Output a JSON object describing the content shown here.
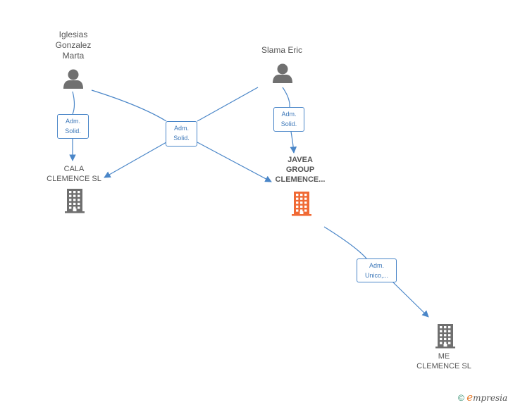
{
  "persons": [
    {
      "id": "iglesias",
      "name_lines": [
        "Iglesias",
        "Gonzalez",
        "Marta"
      ]
    },
    {
      "id": "slama",
      "name_lines": [
        "Slama Eric"
      ]
    }
  ],
  "companies": [
    {
      "id": "cala",
      "name_lines": [
        "CALA",
        "CLEMENCE  SL"
      ],
      "color": "#6f6f6f",
      "focus": false
    },
    {
      "id": "javea",
      "name_lines": [
        "JAVEA",
        "GROUP",
        "CLEMENCE..."
      ],
      "color": "#f06a35",
      "focus": true
    },
    {
      "id": "me",
      "name_lines": [
        "ME",
        "CLEMENCE  SL"
      ],
      "color": "#6f6f6f",
      "focus": false
    }
  ],
  "edges": [
    {
      "id": "e1",
      "label_lines": [
        "Adm.",
        "Solid."
      ]
    },
    {
      "id": "e2",
      "label_lines": [
        "Adm.",
        "Solid."
      ]
    },
    {
      "id": "e3",
      "label_lines": [
        "Adm.",
        "Solid."
      ]
    },
    {
      "id": "e4",
      "label_lines": [
        "Adm.",
        "Unico,..."
      ]
    }
  ],
  "colors": {
    "edge": "#4a86c8",
    "person": "#707070"
  },
  "brand": {
    "copyright": "©",
    "name_first": "e",
    "name_rest": "mpresia"
  }
}
